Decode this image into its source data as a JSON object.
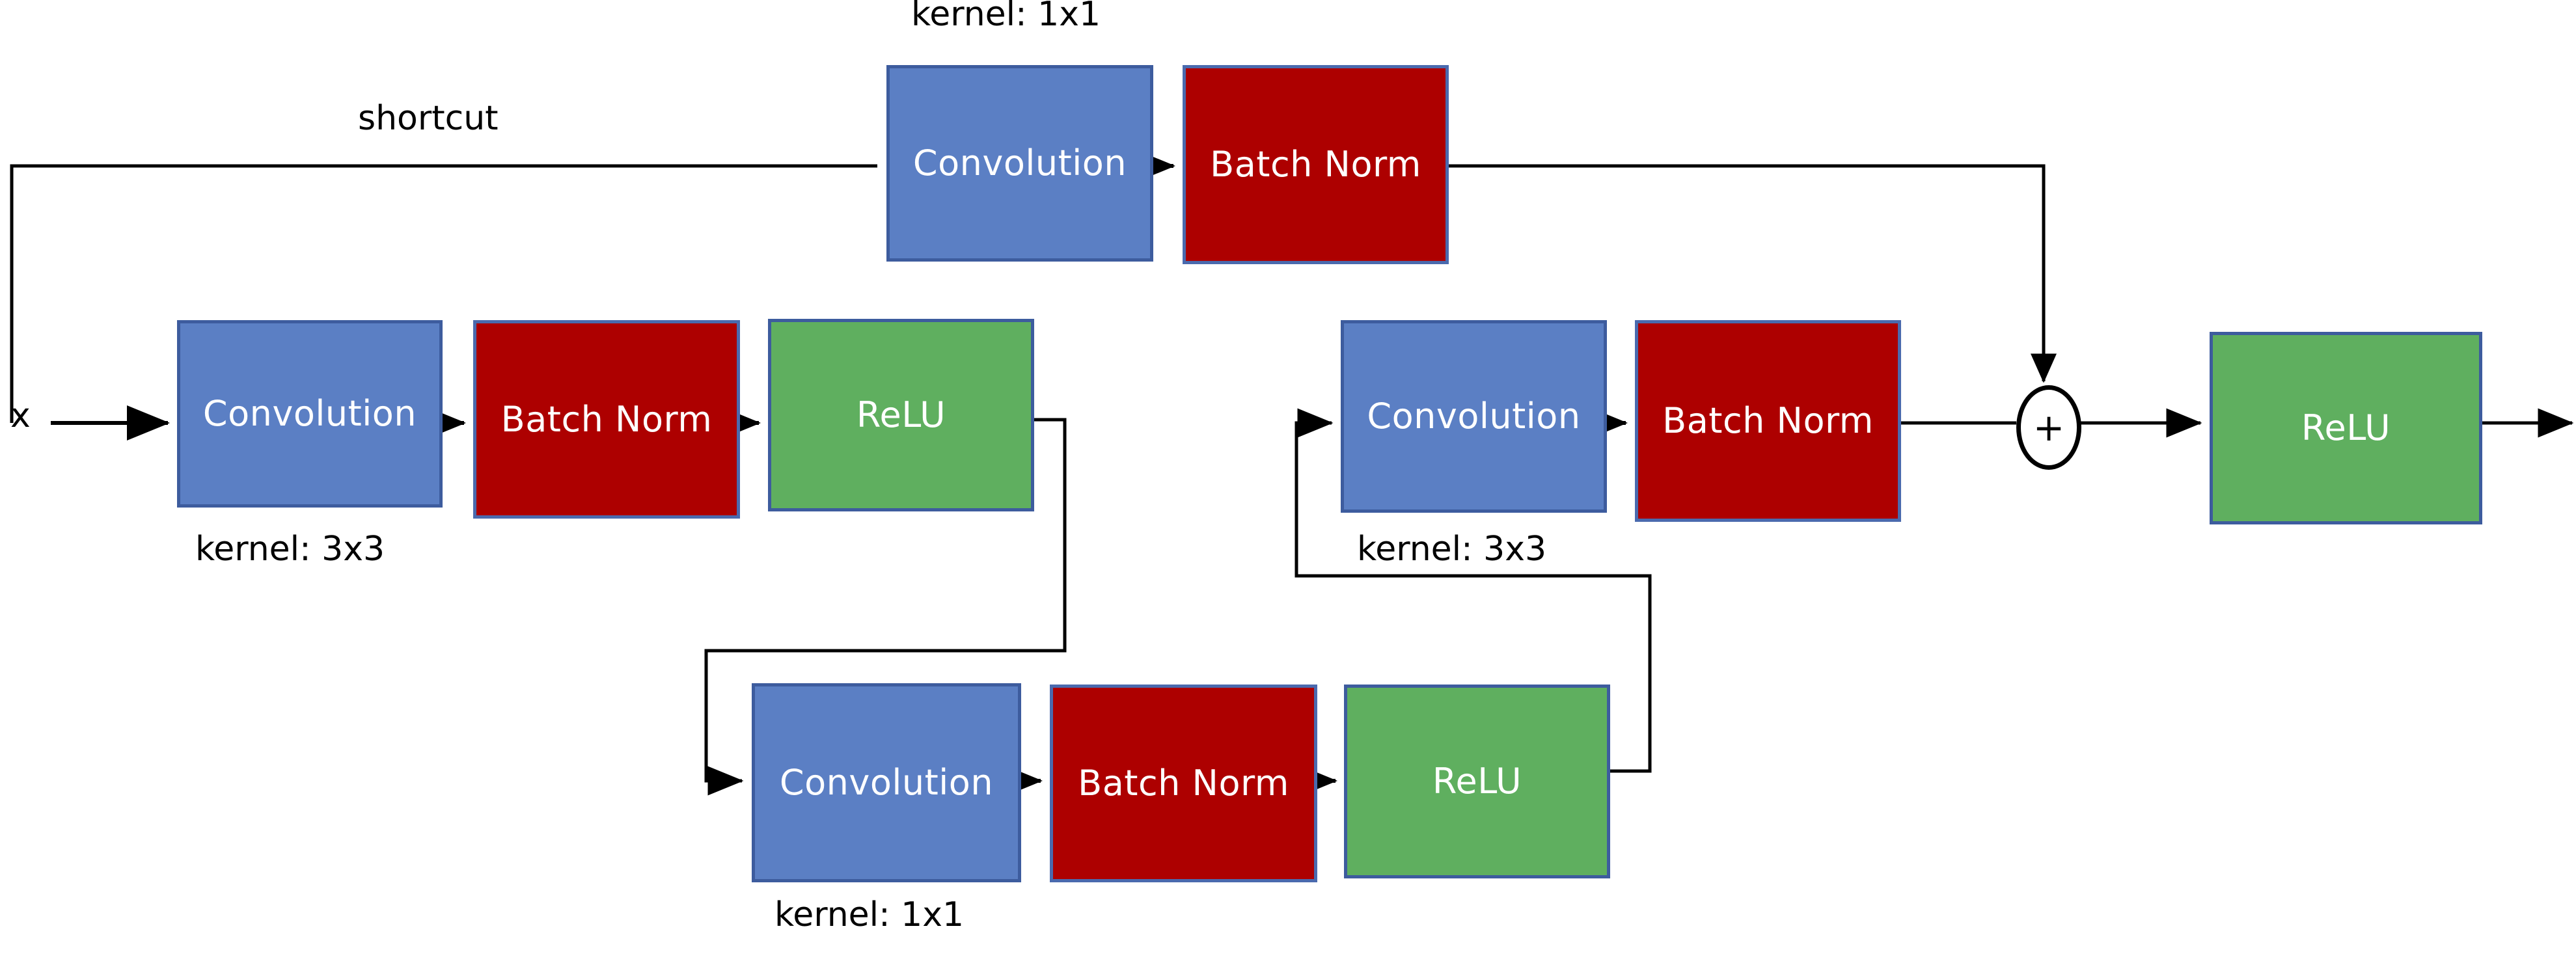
{
  "diagram": {
    "title": "Residual bottleneck block with projection shortcut",
    "colors": {
      "conv_fill": "#5B7FC4",
      "bn_fill": "#AD0000",
      "relu_fill": "#5FAF5F",
      "border": "#3D5C9E",
      "wire": "#000000",
      "text_on_box": "#FFFFFF",
      "text_plain": "#000000"
    },
    "io": {
      "input_label": "x",
      "shortcut_label": "shortcut"
    },
    "nodes": {
      "shortcut_conv": {
        "label": "Convolution",
        "type": "conv"
      },
      "shortcut_bn": {
        "label": "Batch Norm",
        "type": "bn"
      },
      "main_conv_1": {
        "label": "Convolution",
        "type": "conv"
      },
      "main_bn_1": {
        "label": "Batch Norm",
        "type": "bn"
      },
      "main_relu_1": {
        "label": "ReLU",
        "type": "relu"
      },
      "mid_conv": {
        "label": "Convolution",
        "type": "conv"
      },
      "mid_bn": {
        "label": "Batch Norm",
        "type": "bn"
      },
      "mid_relu": {
        "label": "ReLU",
        "type": "relu"
      },
      "main_conv_2": {
        "label": "Convolution",
        "type": "conv"
      },
      "main_bn_2": {
        "label": "Batch Norm",
        "type": "bn"
      },
      "output_relu": {
        "label": "ReLU",
        "type": "relu"
      },
      "add": {
        "label": "+",
        "type": "operator"
      }
    },
    "kernel_labels": {
      "shortcut": "kernel: 1x1",
      "first_conv": "kernel: 3x3",
      "mid_conv": "kernel: 1x1",
      "second_conv": "kernel: 3x3"
    }
  }
}
